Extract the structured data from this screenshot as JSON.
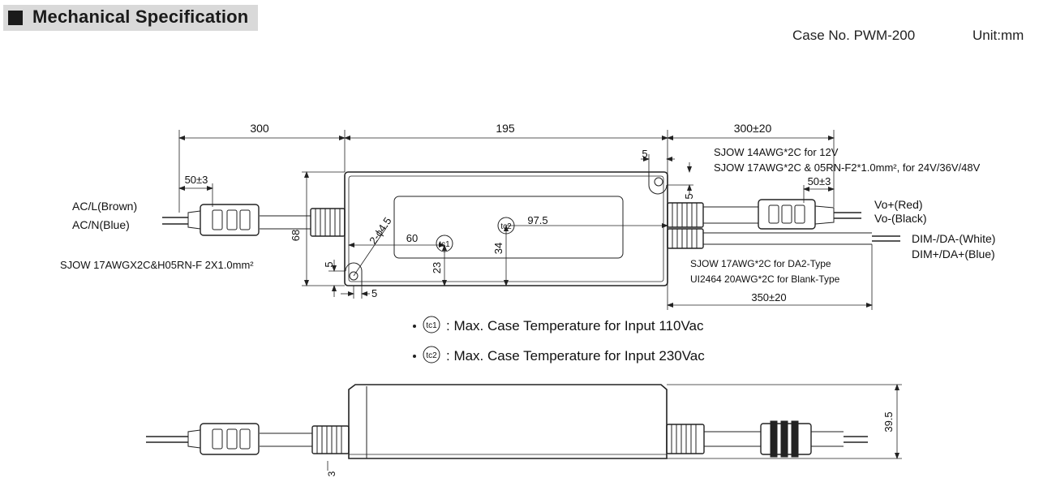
{
  "header": {
    "title": "Mechanical Specification"
  },
  "case_no": "Case No. PWM-200",
  "unit": "Unit:mm",
  "top_view": {
    "dim_left_cable": "300",
    "dim_body_length": "195",
    "dim_right_cable": "300±20",
    "dim_strip_left": "50±3",
    "dim_strip_right": "50±3",
    "dim_height": "68",
    "dim_hole": "2-ϕ4.5",
    "dim_60": "60",
    "dim_97_5": "97.5",
    "dim_34": "34",
    "dim_23": "23",
    "dim_5_top": "5",
    "dim_5_right": "5",
    "dim_5_left": "5",
    "dim_5_bottom": "5",
    "dim_dim_cable": "350±20",
    "tc1": "tc1",
    "tc2": "tc2",
    "ac_l": "AC/L(Brown)",
    "ac_n": "AC/N(Blue)",
    "ac_cable": "SJOW 17AWGX2C&H05RN-F 2X1.0mm²",
    "out_cable_12v": "SJOW 14AWG*2C for 12V",
    "out_cable_24v": "SJOW 17AWG*2C & 05RN-F2*1.0mm², for 24V/36V/48V",
    "vo_plus": "Vo+(Red)",
    "vo_minus": "Vo-(Black)",
    "dim_minus": "DIM-/DA-(White)",
    "dim_plus": "DIM+/DA+(Blue)",
    "dim_cable_da2": "SJOW 17AWG*2C for DA2-Type",
    "dim_cable_blank": "UI2464 20AWG*2C for Blank-Type"
  },
  "notes": [
    {
      "badge": "tc1",
      "text": ": Max. Case Temperature for Input 110Vac"
    },
    {
      "badge": "tc2",
      "text": ": Max. Case Temperature for Input 230Vac"
    }
  ],
  "side_view": {
    "dim_height": "39.5",
    "dim_base": "3"
  }
}
